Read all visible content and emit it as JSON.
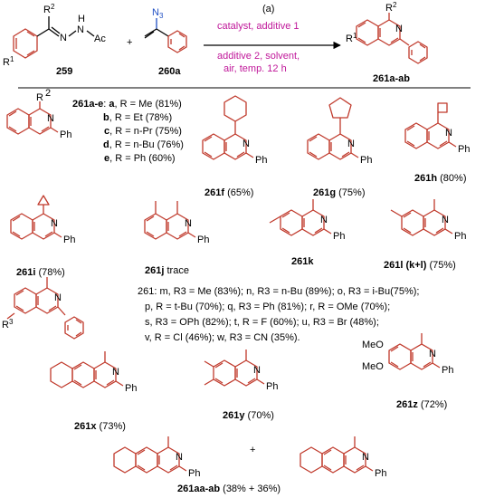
{
  "scheme": {
    "reagent_label": "259",
    "azide_label": "260a",
    "product_label": "261a-ab",
    "condition_a": "(a)",
    "condition_line1": "catalyst, additive 1",
    "condition_line2": "additive 2, solvent,",
    "condition_line3": "air, temp. 12 h",
    "plus": "+",
    "atoms": {
      "R2": "R",
      "R2_sup": "2",
      "R1": "R",
      "R1_sup": "1",
      "N": "N",
      "H": "H",
      "Ac": "Ac",
      "N3": "N",
      "N3_sub": "3",
      "Ph": "Ph",
      "R": "R",
      "R3": "R",
      "R3_sup": "3",
      "MeO": "MeO"
    }
  },
  "series_ae": {
    "title": "261a-e",
    "lines": [
      {
        "letter": "a",
        "text": ", R = Me (81%)"
      },
      {
        "letter": "b",
        "text": ", R = Et (78%)"
      },
      {
        "letter": "c",
        "text": ", R = n-Pr (75%)"
      },
      {
        "letter": "d",
        "text": ", R = n-Bu (76%)"
      },
      {
        "letter": "e",
        "text": ", R = Ph (60%)"
      }
    ]
  },
  "compounds": {
    "f": {
      "id": "261f",
      "yield": " (65%)"
    },
    "g": {
      "id": "261g",
      "yield": " (75%)"
    },
    "h": {
      "id": "261h",
      "yield": " (80%)"
    },
    "i": {
      "id": "261i",
      "yield": " (78%)"
    },
    "j": {
      "id": "261j",
      "yield": " trace"
    },
    "k": {
      "id": "261k",
      "yield": ""
    },
    "l": {
      "id": "261l (k+l)",
      "yield": " (75%)"
    },
    "x": {
      "id": "261x",
      "yield": " (73%)"
    },
    "y": {
      "id": "261y",
      "yield": " (70%)"
    },
    "z": {
      "id": "261z",
      "yield": " (72%)"
    },
    "aa": {
      "id": "261aa-ab",
      "yield": " (38% + 36%)"
    }
  },
  "series_mw": [
    "261: m, R3 = Me (83%); n, R3 = n-Bu (89%); o, R3 = i-Bu(75%);",
    "p, R = t-Bu (70%); q, R3 = Ph (81%); r, R = OMe (70%);",
    "s, R3 = OPh (82%); t, R = F (60%); u, R3 = Br (48%);",
    "v, R = Cl (46%); w, R3 = CN (35%)."
  ]
}
